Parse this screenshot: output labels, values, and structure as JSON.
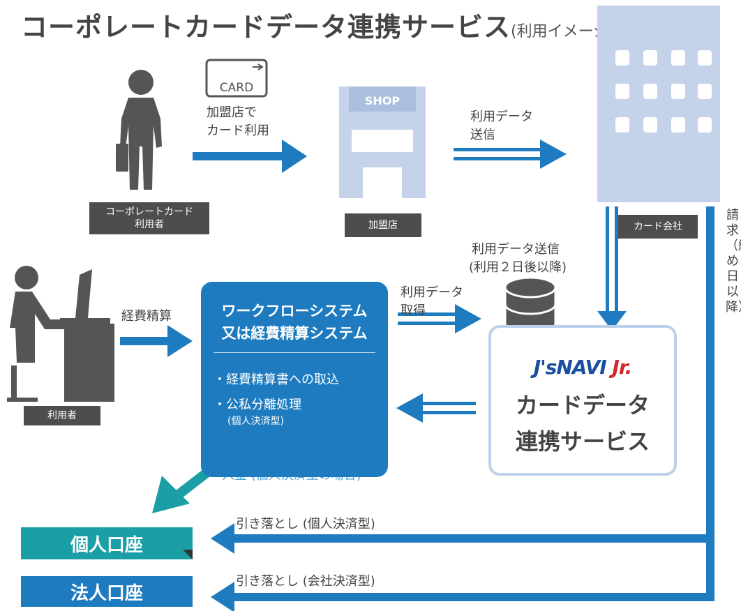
{
  "title": {
    "main": "コーポレートカードデータ連携サービス",
    "sub": "(利用イメージ)"
  },
  "card_icon": {
    "text": "CARD"
  },
  "shop_icon": {
    "text": "SHOP"
  },
  "labels": {
    "card_user_line1": "コーポレートカード",
    "card_user_line2": "利用者",
    "merchant": "加盟店",
    "card_company": "カード会社",
    "user": "利用者"
  },
  "flows": {
    "card_use_line1": "加盟店で",
    "card_use_line2": "カード利用",
    "usage_send_line1": "利用データ",
    "usage_send_line2": "送信",
    "usage_send2_line1": "利用データ送信",
    "usage_send2_line2": "(利用２日後以降)",
    "expense": "経費精算",
    "fetch_line1": "利用データ",
    "fetch_line2": "取得",
    "deposit": "入金 (個人決済型の場合)",
    "billing": "請求（締め日以降）",
    "debit_personal": "引き落とし (個人決済型)",
    "debit_corp": "引き落とし (会社決済型)"
  },
  "workflow": {
    "title_line1": "ワークフローシステム",
    "title_line2": "又は経費精算システム",
    "item1": "・経費精算書への取込",
    "item2": "・公私分離処理",
    "item2_note": "(個人決済型)"
  },
  "jsnavi": {
    "logo_a": "J'sNAVI",
    "logo_b": "Jr.",
    "line1": "カードデータ",
    "line2": "連携サービス"
  },
  "accounts": {
    "personal": "個人口座",
    "corporate": "法人口座"
  },
  "colors": {
    "blue": "#1f7bbf",
    "teal": "#1a9fa6",
    "light_blue": "#c5d3ea",
    "gray": "#666666"
  }
}
